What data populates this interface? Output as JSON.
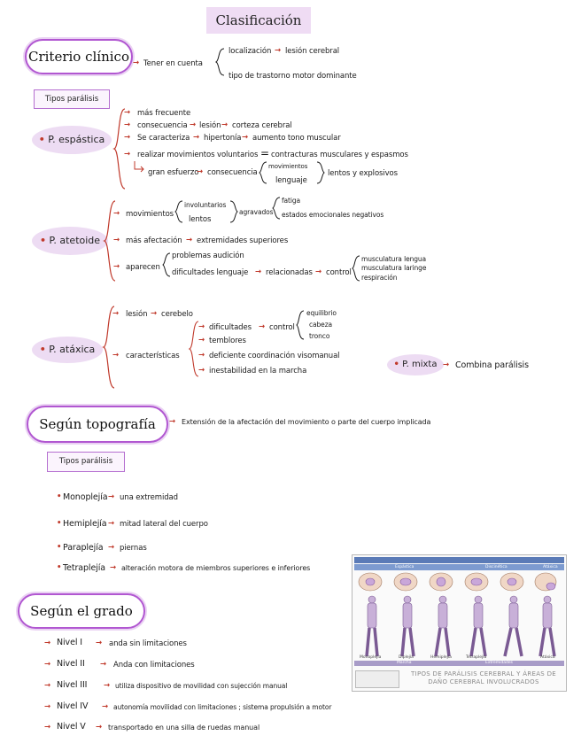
{
  "title": "Clasificación",
  "criterio": {
    "heading": "Criterio clínico",
    "tener": "Tener en cuenta",
    "loc": "localización",
    "lesion": "lesión cerebral",
    "tipo": "tipo de trastorno motor dominante"
  },
  "tipos_label": "Tipos parálisis",
  "espastica": {
    "name": "P. espástica",
    "l1": "más frecuente",
    "l2a": "consecuencia",
    "l2b": "lesión",
    "l2c": "corteza cerebral",
    "l3a": "Se caracteriza",
    "l3b": "hipertonía",
    "l3c": "aumento tono muscular",
    "l4a": "realizar movimientos voluntarios",
    "l4eq": "=",
    "l4b": "contracturas musculares y espasmos",
    "l5a": "gran esfuerzo",
    "l5b": "consecuencia",
    "l5c": "movimientos",
    "l5d": "lenguaje",
    "l5e": "lentos y explosivos"
  },
  "atetoide": {
    "name": "P. atetoide",
    "mov": "movimientos",
    "invol": "involuntarios",
    "lentos": "lentos",
    "agravados": "agravados",
    "fatiga": "fatiga",
    "estados": "estados emocionales negativos",
    "mas": "más afectación",
    "extrem": "extremidades superiores",
    "aparecen": "aparecen",
    "prob": "problemas audición",
    "dific": "dificultades lenguaje",
    "rel": "relacionadas",
    "control": "control",
    "musc1": "musculatura lengua",
    "musc2": "musculatura laringe",
    "resp": "respiración"
  },
  "atoxica": {
    "name": "P. atáxica",
    "lesion": "lesión",
    "cerebelo": "cerebelo",
    "caract": "características",
    "dif": "dificultades",
    "control": "control",
    "equil": "equilibrio",
    "cabeza": "cabeza",
    "tronco": "tronco",
    "temblores": "temblores",
    "deficiente": "deficiente coordinación visomanual",
    "inest": "inestabilidad en la marcha"
  },
  "mixta": {
    "name": "P. mixta",
    "desc": "Combina parálisis"
  },
  "topografia": {
    "heading": "Según topografía",
    "desc": "Extensión de la afectación del movimiento o parte del cuerpo implicada",
    "tipos_label": "Tipos parálisis",
    "items": [
      {
        "term": "Monoplejía",
        "desc": "una extremidad"
      },
      {
        "term": "Hemiplejía",
        "desc": "mitad lateral del cuerpo"
      },
      {
        "term": "Paraplejía",
        "desc": "piernas"
      },
      {
        "term": "Tetraplejía",
        "desc": "alteración motora de miembros superiores e inferiores"
      }
    ]
  },
  "grado": {
    "heading": "Según el grado",
    "items": [
      {
        "term": "Nivel I",
        "desc": "anda sin limitaciones"
      },
      {
        "term": "Nivel II",
        "desc": "Anda con limitaciones"
      },
      {
        "term": "Nivel III",
        "desc": "utiliza dispositivo de movilidad con sujección manual"
      },
      {
        "term": "Nivel IV",
        "desc": "autonomía movilidad con limitaciones ; sistema propulsión a motor"
      },
      {
        "term": "Nivel V",
        "desc": "transportado en una silla de ruedas manual"
      }
    ]
  },
  "figure": {
    "caption": "TIPOS DE PARÁLISIS CEREBRAL Y ÁREAS DE DAÑO CEREBRAL INVOLUCRADOS",
    "head_left": "Espástica",
    "head_mid": "Discinética",
    "head_right": "Atáxica",
    "foot_left": "Marcha",
    "foot_mid": "Extremidades",
    "labels": [
      "Monoplejía",
      "Diplejía",
      "Hemiplejía",
      "Tetraplejía",
      "",
      "Atáxica"
    ]
  },
  "colors": {
    "accent": "#b157d1",
    "arrow": "#c0392b",
    "highlight": "#eddcf3"
  }
}
